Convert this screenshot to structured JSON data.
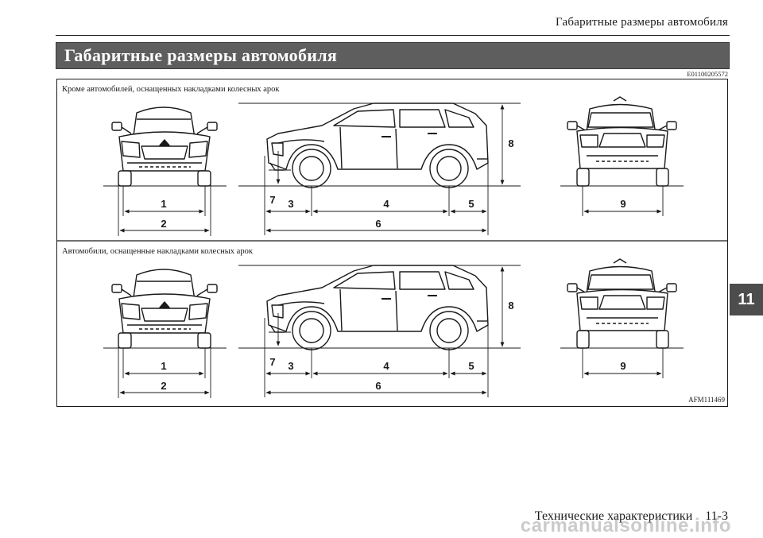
{
  "header": {
    "running_title": "Габаритные размеры автомобиля"
  },
  "section": {
    "title": "Габаритные размеры автомобиля",
    "code": "E01100205572"
  },
  "figure": {
    "code": "AFM111469",
    "panels": [
      {
        "caption": "Кроме автомобилей, оснащенных накладками колесных арок"
      },
      {
        "caption": "Автомобили, оснащенные накладками колесных арок"
      }
    ],
    "dimension_labels": [
      "1",
      "2",
      "3",
      "4",
      "5",
      "6",
      "7",
      "8",
      "9"
    ]
  },
  "chapter_tab": "11",
  "footer": {
    "chapter_title": "Технические характеристики",
    "page": "11-3"
  },
  "watermark": "carmanualsonline.info"
}
